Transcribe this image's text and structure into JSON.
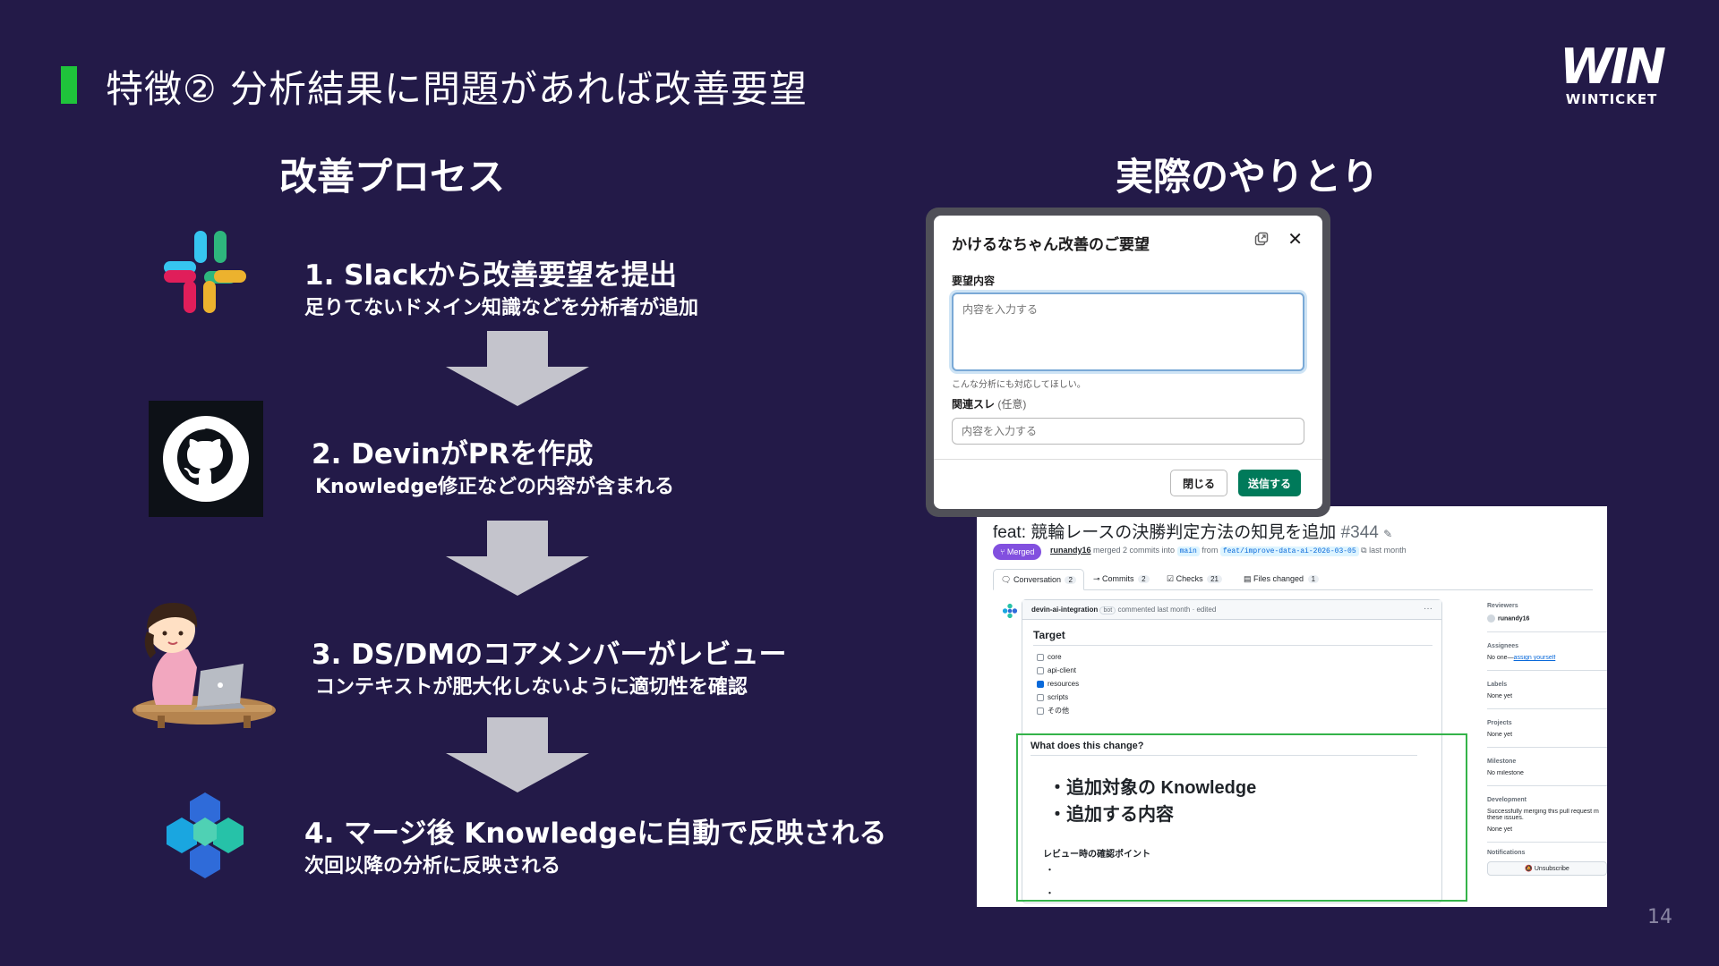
{
  "slide": {
    "title": "特徴② 分析結果に問題があれば改善要望",
    "logo_mark": "WIN",
    "logo_text": "WINTICKET",
    "page_number": "14"
  },
  "left": {
    "heading": "改善プロセス",
    "steps": [
      {
        "title": "1. Slackから改善要望を提出",
        "sub": "足りてないドメイン知識などを分析者が追加",
        "icon": "slack-icon"
      },
      {
        "title": "2. DevinがPRを作成",
        "sub": "Knowledge修正などの内容が含まれる",
        "icon": "github-icon"
      },
      {
        "title": "3. DS/DMのコアメンバーがレビュー",
        "sub": "コンテキストが肥大化しないように適切性を確認",
        "icon": "reviewer-illustration"
      },
      {
        "title": "4. マージ後 Knowledgeに自動で反映される",
        "sub": "次回以降の分析に反映される",
        "icon": "devin-icon"
      }
    ]
  },
  "right": {
    "heading": "実際のやりとり",
    "modal": {
      "title": "かけるなちゃん改善のご要望",
      "field1_label": "要望内容",
      "field1_placeholder": "内容を入力する",
      "hint": "こんな分析にも対応してほしい。",
      "field2_label": "関連スレ",
      "field2_optional": "(任意)",
      "field2_placeholder": "内容を入力する",
      "close_label": "閉じる",
      "send_label": "送信する"
    },
    "pr": {
      "title": "feat: 競輪レースの決勝判定方法の知見を追加",
      "number": "#344",
      "badge": "Merged",
      "author": "runandy16",
      "meta_mid": "merged 2 commits into",
      "base_branch": "main",
      "from": "from",
      "head_branch": "feat/improve-data-ai-2026-03-05",
      "time": "last month",
      "tabs": [
        {
          "label": "Conversation",
          "count": "2"
        },
        {
          "label": "Commits",
          "count": "2"
        },
        {
          "label": "Checks",
          "count": "21"
        },
        {
          "label": "Files changed",
          "count": "1"
        }
      ],
      "comment_author": "devin-ai-integration",
      "comment_bot": "bot",
      "comment_meta": "commented last month · edited",
      "target_heading": "Target",
      "targets": [
        {
          "label": "core",
          "checked": false
        },
        {
          "label": "api-client",
          "checked": false
        },
        {
          "label": "resources",
          "checked": true
        },
        {
          "label": "scripts",
          "checked": false
        },
        {
          "label": "その他",
          "checked": false
        }
      ],
      "what_heading": "What does this change?",
      "bullet1": "・追加対象の Knowledge",
      "bullet2": "・追加する内容",
      "review_heading": "レビュー時の確認ポイント",
      "review_bullet": "・",
      "sidebar": {
        "reviewers_h": "Reviewers",
        "reviewers_v": "runandy16",
        "assignees_h": "Assignees",
        "assignees_v": "No one—",
        "assignees_link": "assign yourself",
        "labels_h": "Labels",
        "labels_v": "None yet",
        "projects_h": "Projects",
        "projects_v": "None yet",
        "milestone_h": "Milestone",
        "milestone_v": "No milestone",
        "development_h": "Development",
        "development_v1": "Successfully merging this pull request m",
        "development_v2": "these issues.",
        "development_v3": "None yet",
        "notifications_h": "Notifications",
        "unsubscribe": "Unsubscribe"
      }
    }
  },
  "colors": {
    "background": "#231a48",
    "accent_green": "#1fc33b",
    "arrow": "#c4c4cc",
    "slack_send": "#007a5a",
    "merged": "#8250df",
    "frame_green": "#34b34a"
  }
}
